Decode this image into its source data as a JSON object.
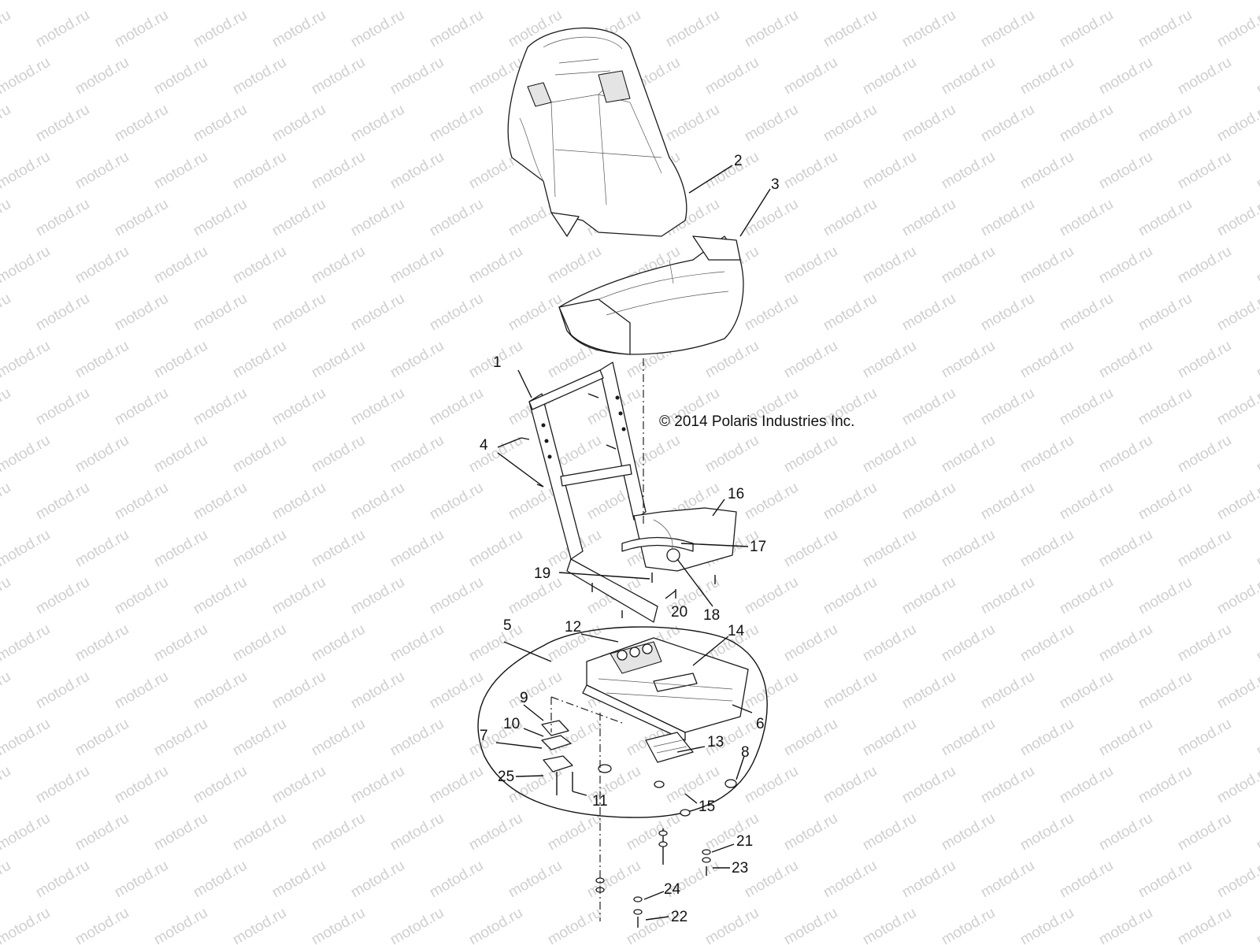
{
  "watermark": "motod.ru",
  "copyright": "© 2014 Polaris Industries Inc.",
  "callouts": [
    "1",
    "2",
    "3",
    "4",
    "5",
    "6",
    "7",
    "8",
    "9",
    "10",
    "11",
    "12",
    "13",
    "14",
    "15",
    "16",
    "17",
    "18",
    "19",
    "20",
    "21",
    "22",
    "23",
    "24",
    "25"
  ],
  "diagram": {
    "components": [
      "seat-back-cushion",
      "seat-bottom-cushion",
      "seat-frame",
      "seat-base-plate",
      "seat-slider",
      "fastener-assembly",
      "base-group-outline"
    ],
    "connections": [
      "seat-to-frame-axis",
      "frame-to-base-axis"
    ]
  }
}
